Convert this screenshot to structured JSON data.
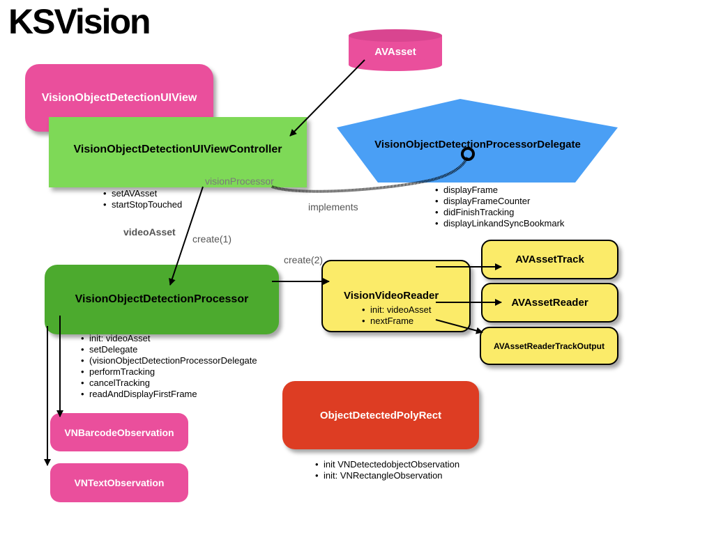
{
  "title": "KSVision",
  "nodes": {
    "avasset": "AVAsset",
    "ui_view": "VisionObjectDetectionUIView",
    "ui_view_controller": "VisionObjectDetectionUIViewController",
    "delegate": "VisionObjectDetectionProcessorDelegate",
    "processor": "VisionObjectDetectionProcessor",
    "video_reader": "VisionVideoReader",
    "asset_track": "AVAssetTrack",
    "asset_reader": "AVAssetReader",
    "asset_reader_track_output": "AVAssetReaderTrackOutput",
    "barcode_observation": "VNBarcodeObservation",
    "text_observation": "VNTextObservation",
    "poly_rect": "ObjectDetectedPolyRect"
  },
  "methods": {
    "ui_view_controller": [
      "setAVAsset",
      "startStopTouched"
    ],
    "delegate": [
      "displayFrame",
      "displayFrameCounter",
      "didFinishTracking",
      "displayLinkandSyncBookmark"
    ],
    "processor": [
      "init: videoAsset",
      "setDelegate",
      "(visionObjectDetectionProcessorDelegate",
      "performTracking",
      "cancelTracking",
      "readAndDisplayFirstFrame"
    ],
    "video_reader": [
      "init: videoAsset",
      "nextFrame"
    ],
    "poly_rect": [
      "init VNDetectedobjectObservation",
      "init: VNRectangleObservation"
    ]
  },
  "labels": {
    "vision_processor": "visionProcessor",
    "implements": "implements",
    "video_asset": "videoAsset",
    "create1": "create(1)",
    "create2": "create(2)"
  },
  "colors": {
    "pink": "#ea4f9c",
    "light_green": "#7ed957",
    "dark_green": "#4caa2e",
    "blue": "#4a9ff5",
    "yellow": "#fbeb69",
    "red": "#dd3d23"
  }
}
